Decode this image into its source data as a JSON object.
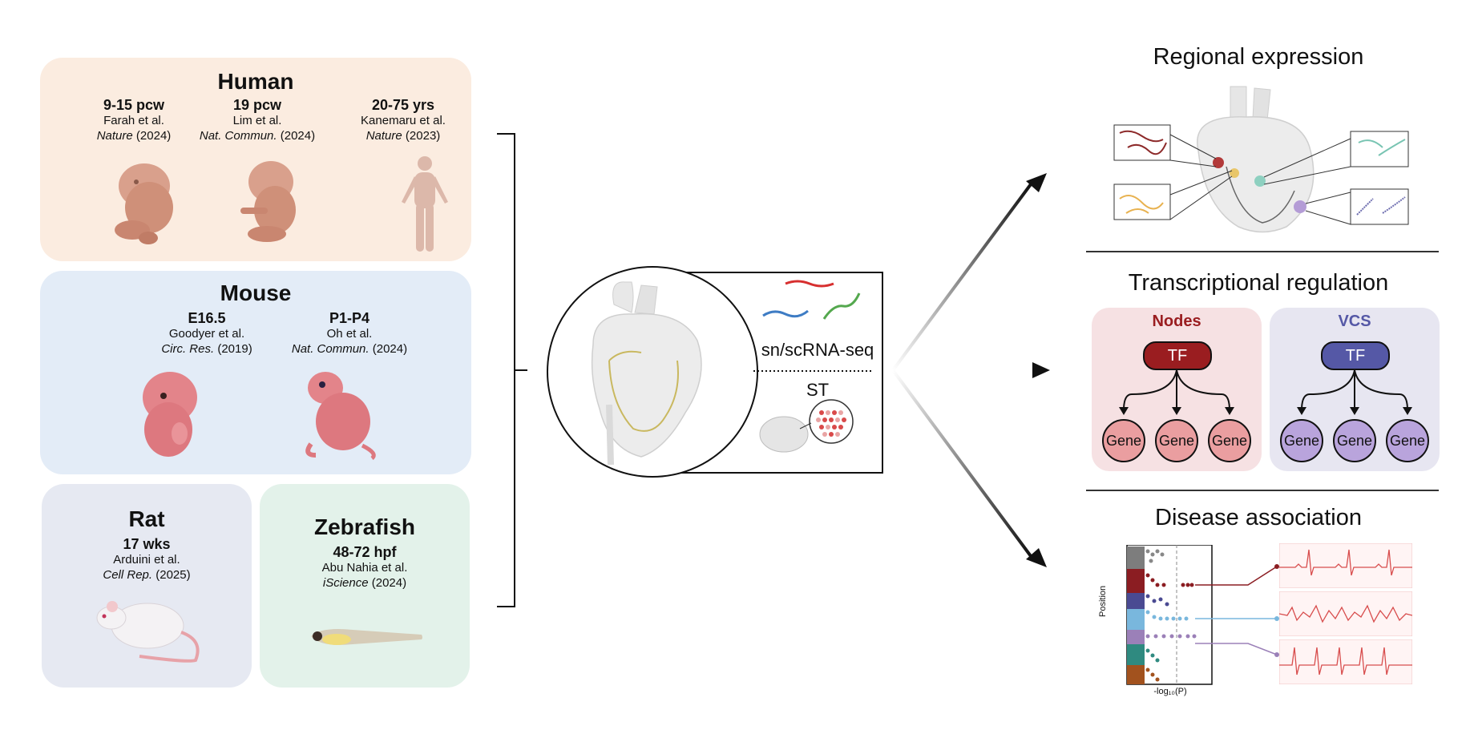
{
  "species": {
    "human": {
      "title": "Human",
      "columns": [
        {
          "stage": "9-15 pcw",
          "authors": "Farah et al.",
          "journal": "Nature",
          "year": "(2024)"
        },
        {
          "stage": "19 pcw",
          "authors": "Lim et al.",
          "journal": "Nat. Commun.",
          "year": "(2024)"
        },
        {
          "stage": "20-75 yrs",
          "authors": "Kanemaru et al.",
          "journal": "Nature",
          "year": "(2023)"
        }
      ]
    },
    "mouse": {
      "title": "Mouse",
      "columns": [
        {
          "stage": "E16.5",
          "authors": "Goodyer et al.",
          "journal": "Circ. Res.",
          "year": "(2019)"
        },
        {
          "stage": "P1-P4",
          "authors": "Oh et al.",
          "journal": "Nat. Commun.",
          "year": "(2024)"
        }
      ]
    },
    "rat": {
      "title": "Rat",
      "columns": [
        {
          "stage": "17 wks",
          "authors": "Arduini et al.",
          "journal": "Cell Rep.",
          "year": "(2025)"
        }
      ]
    },
    "zebrafish": {
      "title": "Zebrafish",
      "columns": [
        {
          "stage": "48-72 hpf",
          "authors": "Abu Nahia et al.",
          "journal": "iScience",
          "year": "(2024)"
        }
      ]
    }
  },
  "center": {
    "method1": "sn/scRNA-seq",
    "method2": "ST"
  },
  "outputs": {
    "regional": {
      "title": "Regional expression"
    },
    "transcriptional": {
      "title": "Transcriptional regulation",
      "groups": [
        {
          "label": "Nodes",
          "tf": "TF",
          "genes": [
            "Gene",
            "Gene",
            "Gene"
          ]
        },
        {
          "label": "VCS",
          "tf": "TF",
          "genes": [
            "Gene",
            "Gene",
            "Gene"
          ]
        }
      ]
    },
    "disease": {
      "title": "Disease association",
      "ylabel": "Position",
      "xlabel": "-log₁₀(P)"
    }
  },
  "colors": {
    "human_bg": "#fbece0",
    "mouse_bg": "#e3ecf7",
    "rat_bg": "#e6e9f2",
    "zebrafish_bg": "#e3f2ea",
    "nodes_bg": "#f6e1e3",
    "vcs_bg": "#e7e6f1",
    "nodes_tf": "#9a1d20",
    "vcs_tf": "#5558a6",
    "nodes_gene": "#ea9ea0",
    "vcs_gene": "#b9a4dc"
  }
}
